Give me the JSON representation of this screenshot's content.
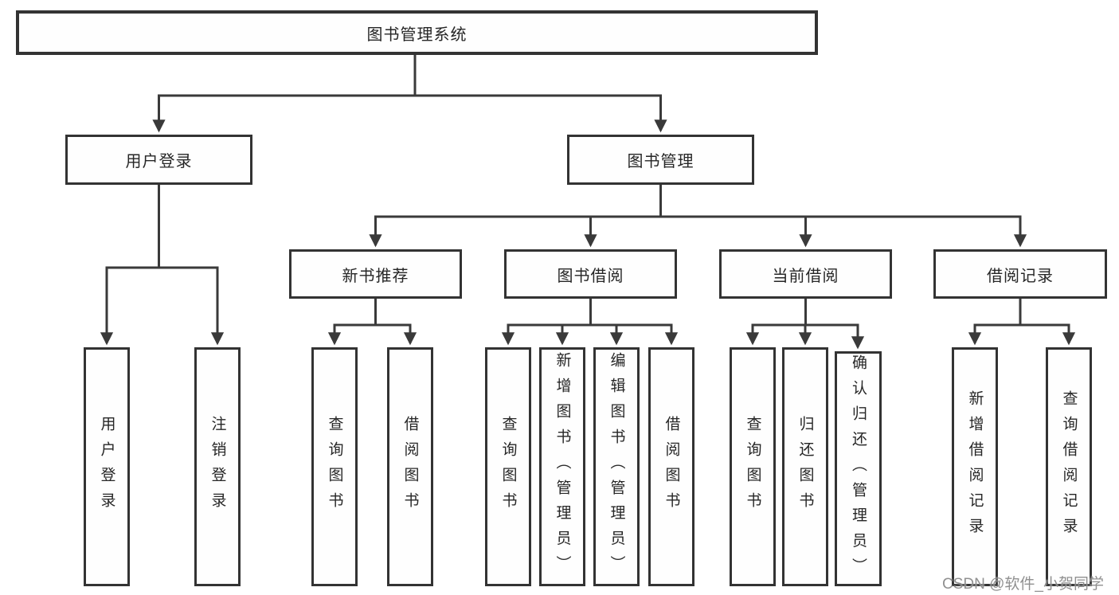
{
  "colors": {
    "line": "#3a3a3a",
    "border": "#333333",
    "text": "#262626",
    "watermark": "#878787",
    "background": "#ffffff"
  },
  "watermark": "CSDN @软件_小贺同学",
  "tree": {
    "root": {
      "label": "图书管理系统"
    },
    "user_login": {
      "label": "用户登录",
      "children": [
        {
          "label": "用户登录"
        },
        {
          "label": "注销登录"
        }
      ]
    },
    "book_management": {
      "label": "图书管理",
      "children": [
        {
          "label": "新书推荐",
          "children": [
            {
              "label": "查询图书"
            },
            {
              "label": "借阅图书"
            }
          ]
        },
        {
          "label": "图书借阅",
          "children": [
            {
              "label": "查询图书"
            },
            {
              "label": "新增图书（管理员）"
            },
            {
              "label": "编辑图书（管理员）"
            },
            {
              "label": "借阅图书"
            }
          ]
        },
        {
          "label": "当前借阅",
          "children": [
            {
              "label": "查询图书"
            },
            {
              "label": "归还图书"
            },
            {
              "label": "确认归还（管理员）"
            }
          ]
        },
        {
          "label": "借阅记录",
          "children": [
            {
              "label": "新增借阅记录"
            },
            {
              "label": "查询借阅记录"
            }
          ]
        }
      ]
    }
  }
}
